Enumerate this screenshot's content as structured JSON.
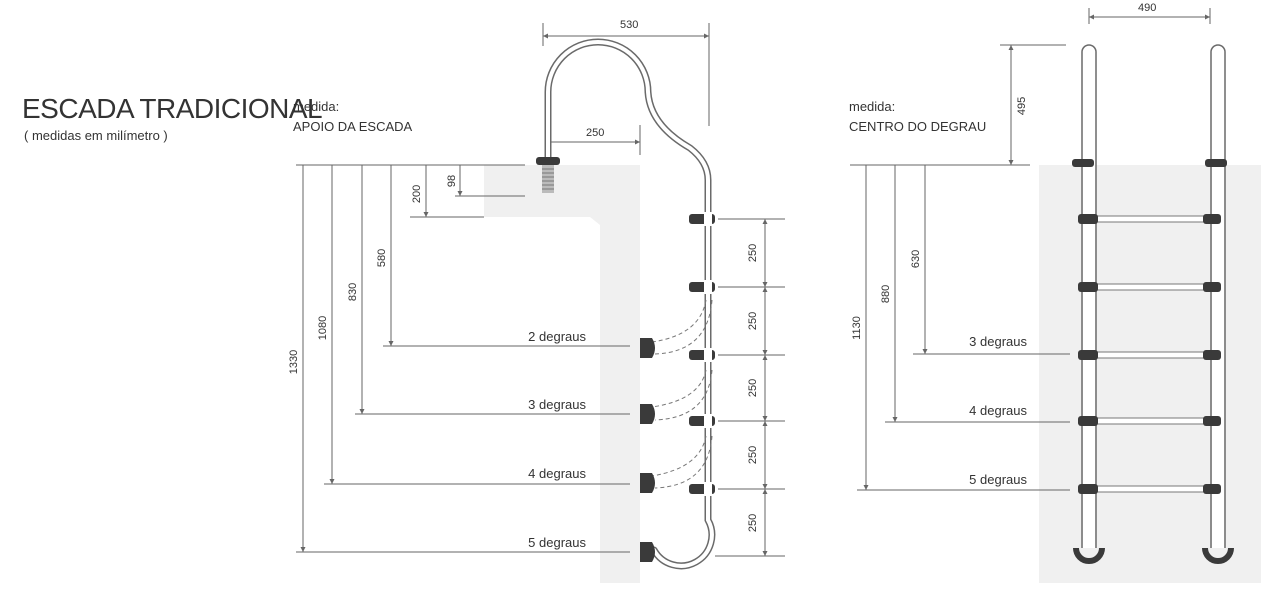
{
  "title": "ESCADA TRADICIONAL",
  "subtitle": "( medidas em milímetro )",
  "left_diagram": {
    "caption_line1": "medida:",
    "caption_line2": "APOIO DA ESCADA",
    "dims": {
      "top_width": "530",
      "handle_offset": "250",
      "d98": "98",
      "d200": "200",
      "d580": "580",
      "d830": "830",
      "d1080": "1080",
      "d1330": "1330",
      "step1": "250",
      "step2": "250",
      "step3": "250",
      "step4": "250",
      "step5": "250"
    },
    "steps": [
      "2 degraus",
      "3 degraus",
      "4 degraus",
      "5 degraus"
    ]
  },
  "right_diagram": {
    "caption_line1": "medida:",
    "caption_line2": "CENTRO DO DEGRAU",
    "dims": {
      "top_width": "490",
      "height": "495",
      "d630": "630",
      "d880": "880",
      "d1130": "1130"
    },
    "steps": [
      "3 degraus",
      "4 degraus",
      "5 degraus"
    ]
  },
  "colors": {
    "wall": "#f0f0f0",
    "line": "#555555",
    "rail": "#6f6f6f",
    "foot": "#3a3a3a"
  }
}
